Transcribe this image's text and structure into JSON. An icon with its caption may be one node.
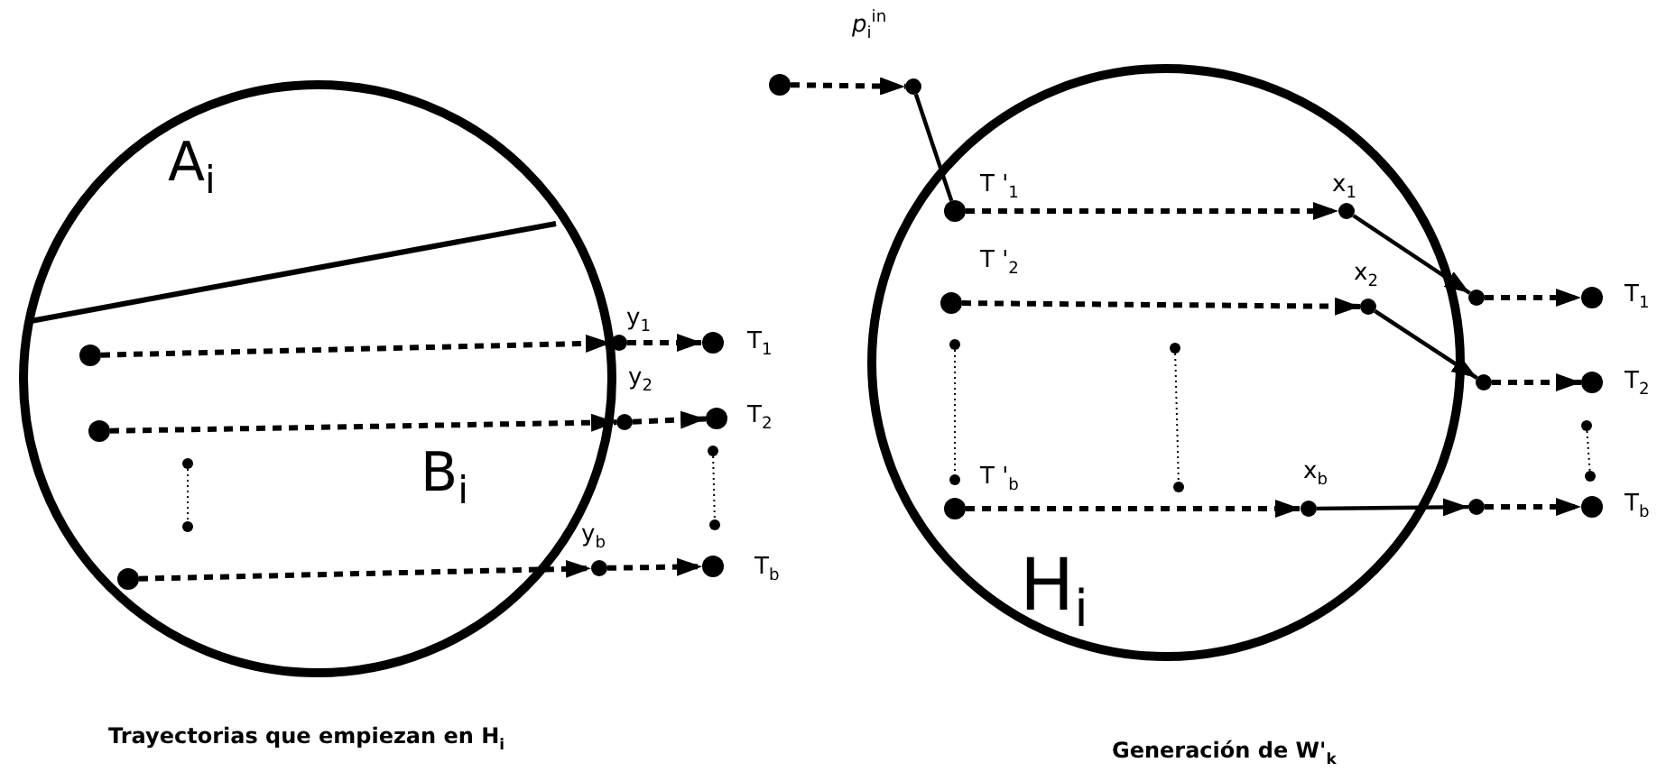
{
  "diagram": {
    "nodes": [
      {
        "text": [],
        "shape": "circle"
      },
      {
        "text": [],
        "shape": "circle",
        "in": 0
      },
      {
        "text": [],
        "shape": "circle",
        "beside": [
          "y$_{1}$"
        ]
      },
      {
        "text": [],
        "shape": "circle",
        "beside": [
          "T$_{1}$"
        ]
      },
      {
        "text": [],
        "shape": "circle",
        "in": 0
      },
      {
        "text": [],
        "shape": "circle",
        "beside": [
          "y$_{2}$"
        ]
      },
      {
        "text": [],
        "shape": "circle",
        "beside": [
          "T$_{2}$"
        ]
      },
      {
        "text": [],
        "shape": "circle",
        "in": 0
      },
      {
        "text": [],
        "shape": "circle",
        "beside": [
          "y$_{b}$"
        ]
      },
      {
        "text": [],
        "shape": "circle",
        "beside": [
          "T$_{b}$"
        ]
      },
      {
        "text": [],
        "shape": "circle"
      },
      {
        "text": [],
        "shape": "circle"
      },
      {
        "text": [],
        "shape": "circle",
        "beside": [
          "*p*$_{i}$$^{in}$"
        ]
      },
      {
        "text": [],
        "shape": "circle",
        "in": 10,
        "beside": [
          "T '$_{1}$"
        ]
      },
      {
        "text": [],
        "shape": "circle",
        "in": 10,
        "beside": [
          "x$_{1}$"
        ]
      },
      {
        "text": [],
        "shape": "circle"
      },
      {
        "text": [],
        "shape": "circle",
        "beside": [
          "T$_{1}$"
        ]
      },
      {
        "text": [],
        "shape": "circle",
        "in": 10,
        "beside": [
          "T '$_{2}$"
        ]
      },
      {
        "text": [],
        "shape": "circle",
        "in": 10,
        "beside": [
          "x$_{2}$"
        ]
      },
      {
        "text": [],
        "shape": "circle"
      },
      {
        "text": [],
        "shape": "circle",
        "beside": [
          "T$_{2}$"
        ]
      },
      {
        "text": [],
        "shape": "circle",
        "in": 10,
        "beside": [
          "T '$_{b}$"
        ]
      },
      {
        "text": [],
        "shape": "circle",
        "in": 10,
        "beside": [
          "x$_{b}$"
        ]
      },
      {
        "text": [],
        "shape": "circle"
      },
      {
        "text": [],
        "shape": "circle",
        "beside": [
          "T$_{b}$"
        ]
      }
    ],
    "edges": [
      {
        "from": 1,
        "to": 2,
        "arrow": "to",
        "style": "dashed"
      },
      {
        "from": 2,
        "to": 3,
        "arrow": "to",
        "style": "dashed"
      },
      {
        "from": 4,
        "to": 5,
        "arrow": "to",
        "style": "dashed"
      },
      {
        "from": 5,
        "to": 6,
        "arrow": "to",
        "style": "dashed"
      },
      {
        "from": 7,
        "to": 8,
        "arrow": "to",
        "style": "dashed"
      },
      {
        "from": 8,
        "to": 9,
        "arrow": "to",
        "style": "dashed"
      },
      {
        "from": 11,
        "to": 12,
        "arrow": "to",
        "style": "dashed"
      },
      {
        "from": 12,
        "to": 13,
        "arrow": "none"
      },
      {
        "from": 13,
        "to": 14,
        "arrow": "to",
        "style": "dashed"
      },
      {
        "from": 14,
        "to": 15,
        "arrow": "to"
      },
      {
        "from": 15,
        "to": 16,
        "arrow": "to",
        "style": "dashed"
      },
      {
        "from": 17,
        "to": 18,
        "arrow": "to",
        "style": "dashed"
      },
      {
        "from": 18,
        "to": 19,
        "arrow": "to"
      },
      {
        "from": 19,
        "to": 20,
        "arrow": "to",
        "style": "dashed"
      },
      {
        "from": 21,
        "to": 22,
        "arrow": "to",
        "style": "dashed"
      },
      {
        "from": 22,
        "to": 23,
        "arrow": "to"
      },
      {
        "from": 23,
        "to": 24,
        "arrow": "to",
        "style": "dashed"
      }
    ],
    "labels": [
      "A$_{i}$",
      "B$_{i}$",
      "H$_{i}$",
      "Trayectorias que empiezan en H$_{i}$",
      "Generación de W'$_{k}$"
    ]
  }
}
